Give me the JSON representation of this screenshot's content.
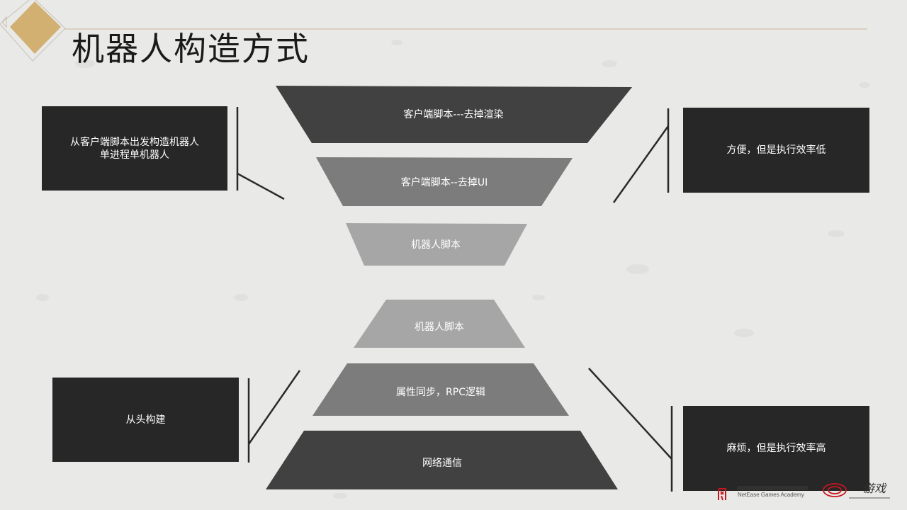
{
  "slide": {
    "title": "机器人构造方式"
  },
  "top_funnel": {
    "layers": [
      {
        "label": "客户端脚本---去掉渲染",
        "color": "#414141"
      },
      {
        "label": "客户端脚本--去掉UI",
        "color": "#7c7c7c"
      },
      {
        "label": "机器人脚本",
        "color": "#a6a6a6"
      }
    ]
  },
  "bottom_funnel": {
    "layers": [
      {
        "label": "机器人脚本",
        "color": "#a6a6a6"
      },
      {
        "label": "属性同步，RPC逻辑",
        "color": "#7c7c7c"
      },
      {
        "label": "网络通信",
        "color": "#414141"
      }
    ]
  },
  "notes": {
    "top_left": {
      "line1": "从客户端脚本出发构造机器人",
      "line2": "单进程单机器人"
    },
    "top_right": {
      "text": "方便，但是执行效率低"
    },
    "bottom_left": {
      "text": "从头构建"
    },
    "bottom_right": {
      "text": "麻烦，但是执行效率高"
    }
  },
  "footer": {
    "academy": "NetEase Games Academy",
    "brand": "游戏"
  },
  "colors": {
    "accent_gold": "#d2b072",
    "box_dark": "#272727",
    "background": "#e9e9e8"
  }
}
